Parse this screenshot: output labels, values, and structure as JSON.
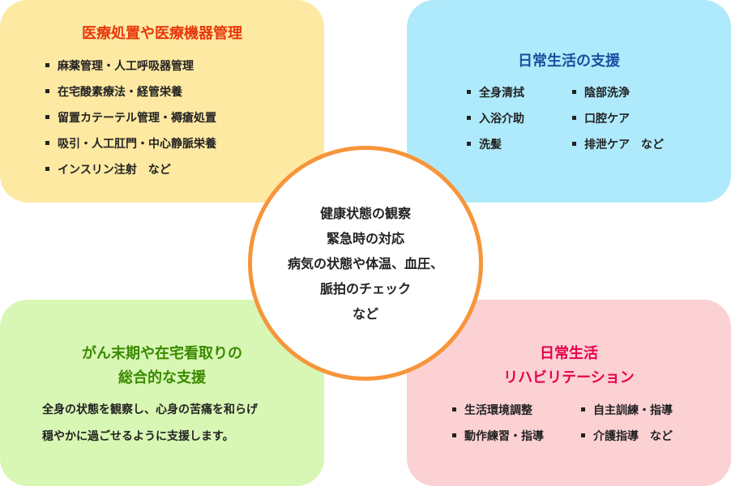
{
  "medical": {
    "title": "医療処置や医療機器管理",
    "items": [
      "麻薬管理・人工呼吸器管理",
      "在宅酸素療法・経管栄養",
      "留置カテーテル管理・褥瘡処置",
      "吸引・人工肛門・中心静脈栄養",
      "インスリン注射　など"
    ]
  },
  "daily": {
    "title": "日常生活の支援",
    "col1": [
      "全身清拭",
      "入浴介助",
      "洗髪"
    ],
    "col2": [
      "陰部洗浄",
      "口腔ケア",
      "排泄ケア　など"
    ]
  },
  "center": {
    "lines": [
      "健康状態の観察",
      "緊急時の対応",
      "病気の状態や体温、血圧、",
      "脈拍のチェック",
      "など"
    ]
  },
  "terminal": {
    "title_lines": [
      "がん末期や在宅看取りの",
      "総合的な支援"
    ],
    "body_lines": [
      "全身の状態を観察し、心身の苦痛を和らげ",
      "穏やかに過ごせるように支援します。"
    ]
  },
  "rehab": {
    "title_lines": [
      "日常生活",
      "リハビリテーション"
    ],
    "col1": [
      "生活環境調整",
      "動作練習・指導"
    ],
    "col2": [
      "自主訓練・指導",
      "介護指導　など"
    ]
  },
  "colors": {
    "medical": "#e8380d",
    "daily": "#1d4fa0",
    "terminal": "#3a8a00",
    "rehab": "#e6004c",
    "ring": "#f7953a"
  }
}
